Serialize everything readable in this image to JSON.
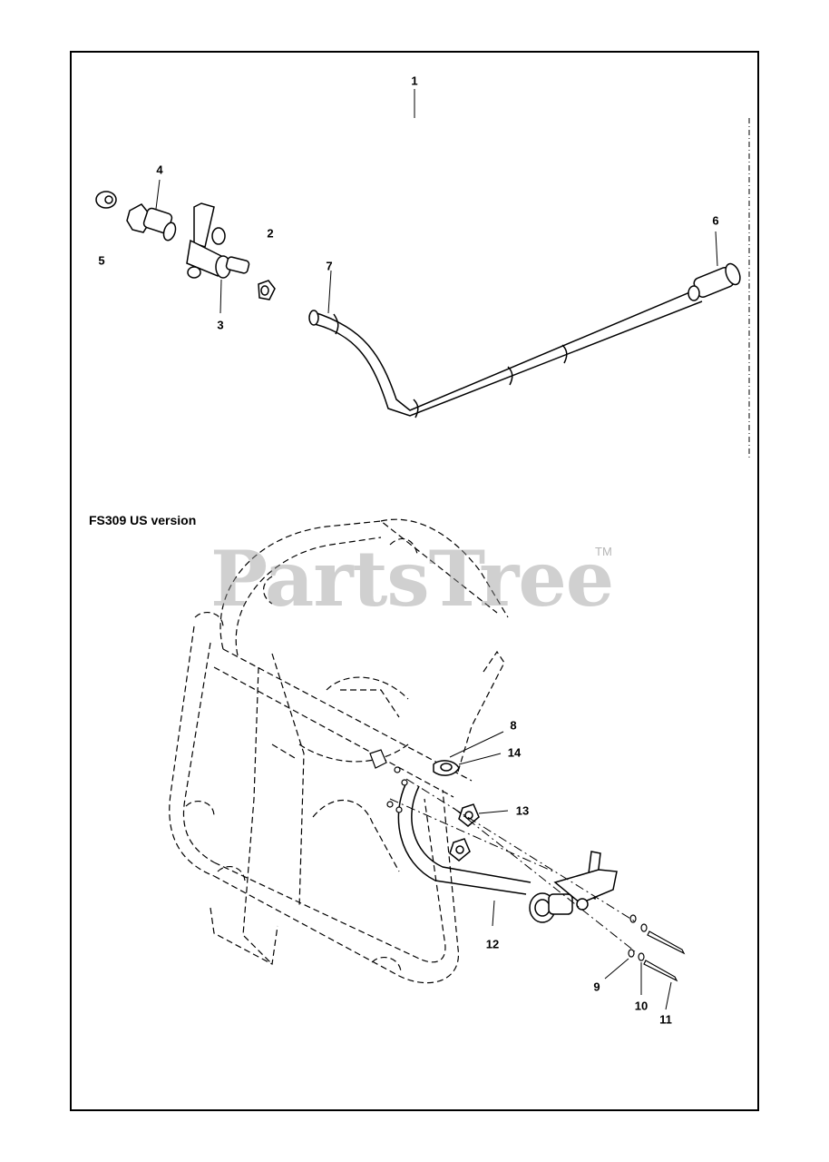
{
  "diagram": {
    "caption": "FS309 US version",
    "watermark": "PartsTree",
    "watermark_mark": "TM",
    "line_color": "#000000",
    "watermark_color": "#9a9a9a",
    "callouts": {
      "c1": "1",
      "c2": "2",
      "c3": "3",
      "c4": "4",
      "c5": "5",
      "c6": "6",
      "c7": "7",
      "c8": "8",
      "c9": "9",
      "c10": "10",
      "c11": "11",
      "c12": "12",
      "c13": "13",
      "c14": "14"
    }
  }
}
